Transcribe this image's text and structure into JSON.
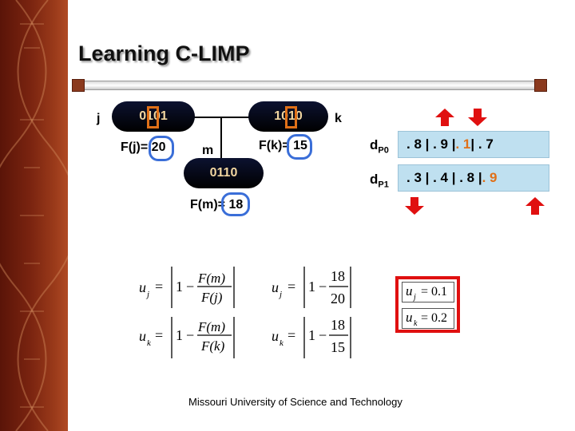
{
  "title": "Learning C-LIMP",
  "nodes": {
    "j": {
      "label": "j",
      "bits": "0101",
      "f_label": "F(j)= 20"
    },
    "k": {
      "label": "k",
      "bits": "1010",
      "f_label": "F(k)= 15"
    },
    "m": {
      "label": "m",
      "bits": "0110",
      "f_label": "F(m)= 18"
    }
  },
  "dp": {
    "dp0": {
      "label": "d",
      "sub": "P0",
      "values_plain": ". 8 | . 9 | ",
      "values_hi": ". 1",
      "values_tail": " | . 7"
    },
    "dp1": {
      "label": "d",
      "sub": "P1",
      "values_plain": ". 3 | . 4 | . 8 | ",
      "values_hi": ". 9"
    }
  },
  "equations": {
    "uj_general": {
      "lhs": "u",
      "sub": "j",
      "num": "F(m)",
      "den": "F(j)"
    },
    "uk_general": {
      "lhs": "u",
      "sub": "k",
      "num": "F(m)",
      "den": "F(k)"
    },
    "uj_numeric": {
      "lhs": "u",
      "sub": "j",
      "num": "18",
      "den": "20"
    },
    "uk_numeric": {
      "lhs": "u",
      "sub": "k",
      "num": "18",
      "den": "15"
    },
    "uj_result": {
      "lhs": "u",
      "sub": "j",
      "value": "= 0.1"
    },
    "uk_result": {
      "lhs": "u",
      "sub": "k",
      "value": "= 0.2"
    },
    "one": "1",
    "minus": "−",
    "equals": "="
  },
  "footer": "Missouri University of Science and Technology",
  "colors": {
    "highlight_orange": "#e07018",
    "highlight_blue": "#3a6ed8",
    "arrow_red": "#e01010",
    "pill_text": "#f2d6a0",
    "dp_bg": "#bfe0f0"
  }
}
